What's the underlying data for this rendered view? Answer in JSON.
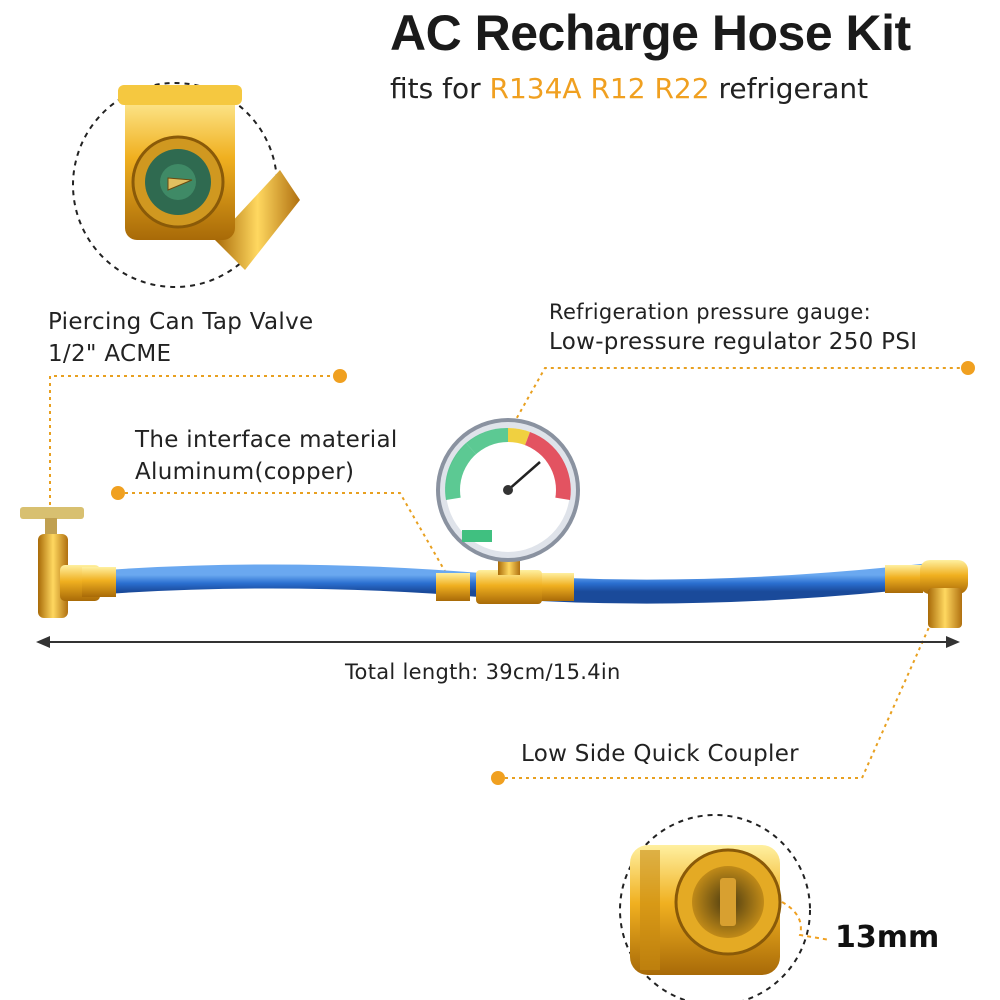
{
  "header": {
    "title": "AC Recharge Hose Kit",
    "subtitle_prefix": "fits for ",
    "subtitle_refrigerants": "R134A R12 R22",
    "subtitle_suffix": " refrigerant"
  },
  "labels": {
    "tap_valve_line1": "Piercing Can Tap Valve",
    "tap_valve_line2": "1/2\" ACME",
    "interface_line1": "The interface material",
    "interface_line2": "Aluminum(copper)",
    "gauge_line1": "Refrigeration pressure gauge:",
    "gauge_line2": "Low-pressure regulator 250 PSI",
    "total_length": "Total length: 39cm/15.4in",
    "coupler": "Low Side Quick Coupler",
    "coupler_size": "13mm"
  },
  "colors": {
    "accent": "#f0a020",
    "hose": "#2a6fd0",
    "brass": "#e8a818",
    "gauge_red": "#e04050",
    "gauge_green": "#40c080",
    "gauge_yellow": "#f0d040"
  }
}
